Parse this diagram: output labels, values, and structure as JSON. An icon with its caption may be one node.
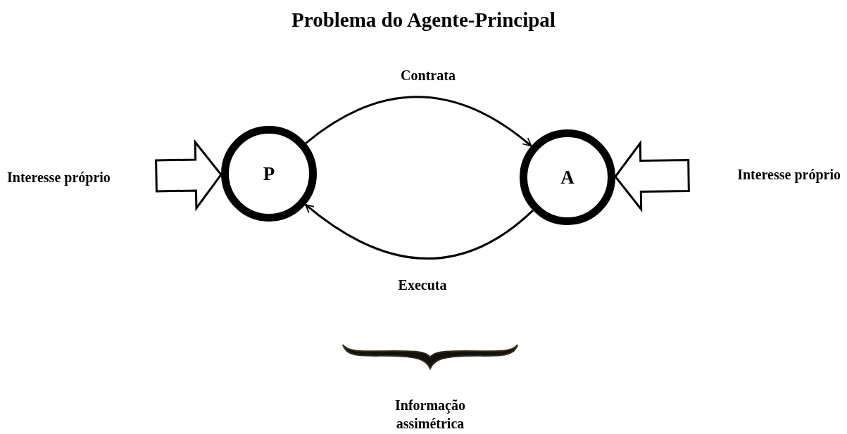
{
  "diagram": {
    "title": "Problema do Agente-Principal",
    "nodes": [
      {
        "text": [
          "Interesse próprio"
        ]
      },
      {
        "text": [
          "P"
        ]
      },
      {
        "text": [
          "A"
        ]
      },
      {
        "text": [
          "Interesse próprio"
        ]
      }
    ],
    "edges": [
      {
        "from": 0,
        "to": 1,
        "arrow": "to",
        "style": "thick"
      },
      {
        "from": 3,
        "to": 2,
        "arrow": "to",
        "style": "thick"
      },
      {
        "from": 1,
        "to": 2,
        "arrow": "to",
        "label": "Contrata"
      },
      {
        "from": 2,
        "to": 1,
        "arrow": "to",
        "label": "Executa"
      }
    ],
    "labels": [
      "Informação assimétrica"
    ]
  }
}
